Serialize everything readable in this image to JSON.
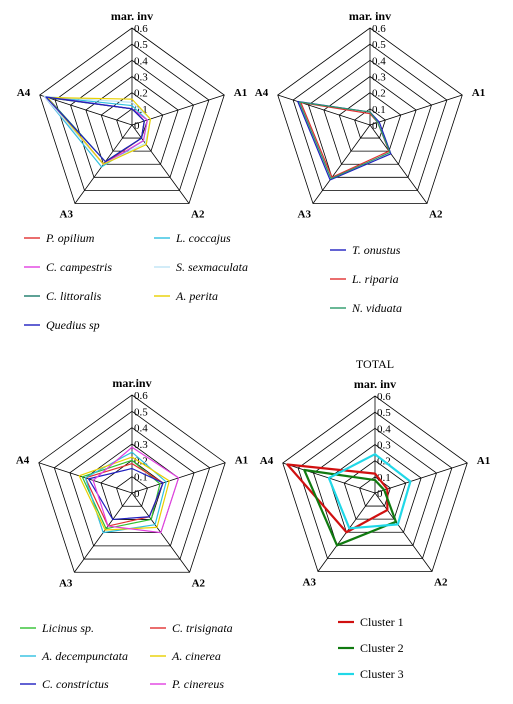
{
  "chart_data": [
    {
      "type": "radar",
      "title": "mar. inv",
      "axes": [
        "mar. inv",
        "A1",
        "A2",
        "A3",
        "A4"
      ],
      "ticks": [
        0,
        0.1,
        0.2,
        0.3,
        0.4,
        0.5,
        0.6
      ],
      "rlim": [
        0,
        0.6
      ],
      "series": [
        {
          "name": "P. opilium",
          "color": "#e03030",
          "values": [
            0.1,
            0.08,
            0.1,
            0.3,
            0.55
          ]
        },
        {
          "name": "L. coccajus",
          "color": "#30c0e0",
          "values": [
            0.12,
            0.1,
            0.12,
            0.32,
            0.57
          ]
        },
        {
          "name": "C. campestris",
          "color": "#e040e0",
          "values": [
            0.1,
            0.1,
            0.12,
            0.3,
            0.57
          ]
        },
        {
          "name": "S. sexmaculata",
          "color": "#bfe4f4",
          "values": [
            0.14,
            0.12,
            0.14,
            0.3,
            0.57
          ]
        },
        {
          "name": "C. littoralis",
          "color": "#1a7a6a",
          "values": [
            0.1,
            0.08,
            0.1,
            0.28,
            0.55
          ]
        },
        {
          "name": "A. perita",
          "color": "#e8d000",
          "values": [
            0.16,
            0.12,
            0.15,
            0.3,
            0.55
          ]
        },
        {
          "name": "Quedius sp",
          "color": "#2020c0",
          "values": [
            0.1,
            0.08,
            0.1,
            0.28,
            0.56
          ]
        }
      ]
    },
    {
      "type": "radar",
      "title": "mar. inv",
      "axes": [
        "mar. inv",
        "A1",
        "A2",
        "A3",
        "A4"
      ],
      "ticks": [
        0,
        0.1,
        0.2,
        0.3,
        0.4,
        0.5,
        0.6
      ],
      "rlim": [
        0,
        0.6
      ],
      "series": [
        {
          "name": "T. onustus",
          "color": "#2020c0",
          "values": [
            0.08,
            0.06,
            0.22,
            0.42,
            0.47
          ]
        },
        {
          "name": "L. riparia",
          "color": "#e03030",
          "values": [
            0.07,
            0.05,
            0.2,
            0.4,
            0.45
          ]
        },
        {
          "name": "N. viduata",
          "color": "#2a9a6a",
          "values": [
            0.08,
            0.05,
            0.21,
            0.41,
            0.46
          ]
        }
      ]
    },
    {
      "type": "radar",
      "title": "mar.inv",
      "axes": [
        "mar.inv",
        "A1",
        "A2",
        "A3",
        "A4"
      ],
      "ticks": [
        0,
        0.1,
        0.2,
        0.3,
        0.4,
        0.5,
        0.6
      ],
      "rlim": [
        0,
        0.6
      ],
      "series": [
        {
          "name": "Licinus sp.",
          "color": "#30c030",
          "values": [
            0.2,
            0.18,
            0.2,
            0.27,
            0.32
          ]
        },
        {
          "name": "C. trisignata",
          "color": "#e03030",
          "values": [
            0.18,
            0.2,
            0.18,
            0.25,
            0.3
          ]
        },
        {
          "name": "A. decempunctata",
          "color": "#30c0e0",
          "values": [
            0.25,
            0.22,
            0.24,
            0.3,
            0.3
          ]
        },
        {
          "name": "A. cinerea",
          "color": "#e8d000",
          "values": [
            0.22,
            0.24,
            0.26,
            0.28,
            0.34
          ]
        },
        {
          "name": "C. constrictus",
          "color": "#2020c0",
          "values": [
            0.15,
            0.2,
            0.18,
            0.2,
            0.28
          ]
        },
        {
          "name": "P. cinereus",
          "color": "#e040e0",
          "values": [
            0.28,
            0.3,
            0.3,
            0.25,
            0.25
          ]
        }
      ]
    },
    {
      "type": "radar",
      "title": "mar. inv",
      "subtitle": "TOTAL",
      "axes": [
        "mar. inv",
        "A1",
        "A2",
        "A3",
        "A4"
      ],
      "ticks": [
        0,
        0.1,
        0.2,
        0.3,
        0.4,
        0.5,
        0.6
      ],
      "rlim": [
        0,
        0.6
      ],
      "series": [
        {
          "name": "Cluster 1",
          "color": "#d01010",
          "width": 2.2,
          "values": [
            0.12,
            0.08,
            0.13,
            0.3,
            0.57
          ]
        },
        {
          "name": "Cluster 2",
          "color": "#107a10",
          "width": 2.2,
          "values": [
            0.08,
            0.06,
            0.22,
            0.4,
            0.46
          ]
        },
        {
          "name": "Cluster 3",
          "color": "#20d8e8",
          "width": 2.2,
          "values": [
            0.24,
            0.23,
            0.24,
            0.27,
            0.3
          ]
        }
      ]
    }
  ]
}
